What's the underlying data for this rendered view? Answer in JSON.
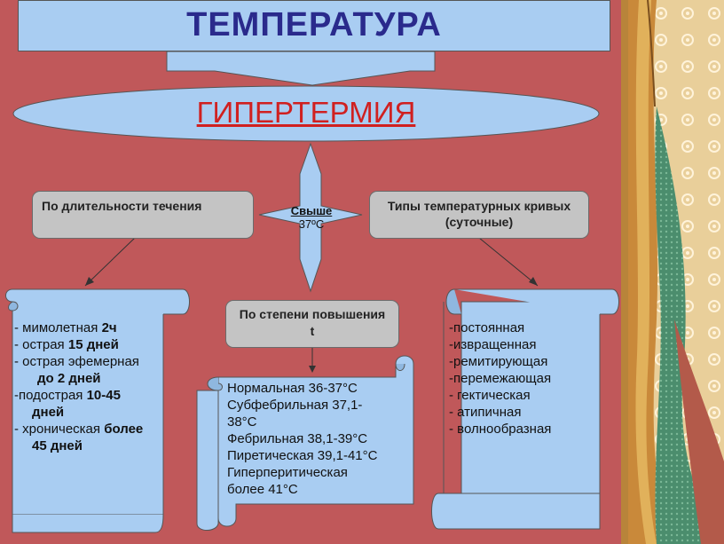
{
  "title": "ТЕМПЕРАТУРА",
  "main": "ГИПЕРТЕРМИЯ",
  "center": {
    "line1": "Свыше",
    "line2": "37ºС"
  },
  "left_box": "По длительности течения",
  "right_box": {
    "line1": "Типы температурных кривых",
    "line2": "(суточные)"
  },
  "mid_box": {
    "line1": "По степени повышения",
    "line2": "t"
  },
  "left_list": [
    {
      "text": "- мимолетная ",
      "bold": "2ч"
    },
    {
      "text": "- острая ",
      "bold": "15 дней"
    },
    {
      "text": "- острая эфемерная",
      "bold": ""
    },
    {
      "text": "   ",
      "bold": "до 2 дней"
    },
    {
      "text": "-подострая ",
      "bold": "10-45"
    },
    {
      "text": "   ",
      "bold": "дней"
    },
    {
      "text": "- хроническая  ",
      "bold": "более"
    },
    {
      "text": "   ",
      "bold": "45 дней"
    }
  ],
  "mid_list": [
    "Нормальная 36-37°С",
    "Субфебрильная 37,1-",
    "38°С",
    "Фебрильная  38,1-39°С",
    "Пиретическая  39,1-41°С",
    "Гиперперитическая",
    "более 41°С"
  ],
  "right_list": [
    "-постоянная",
    "-извращенная",
    "-ремитирующая",
    "-перемежающая",
    "- гектическая",
    "- атипичная",
    "- волнообразная"
  ],
  "colors": {
    "background": "#c0585a",
    "light_blue": "#a9cdf2",
    "title": "#2a2a8c",
    "main_text": "#d02020",
    "grey": "#c4c4c4"
  }
}
